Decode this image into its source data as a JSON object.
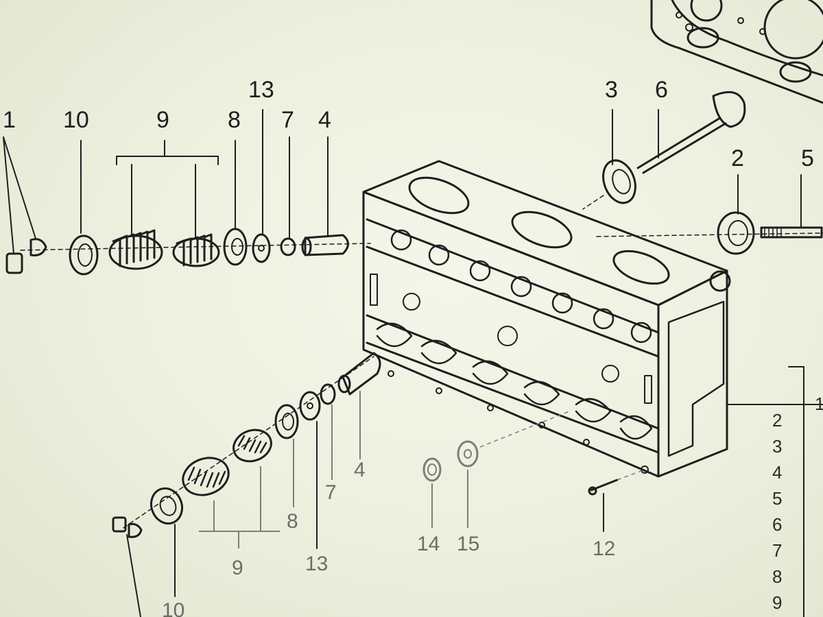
{
  "callouts": {
    "top_1": "1",
    "top_10": "10",
    "top_9": "9",
    "top_8": "8",
    "top_13": "13",
    "top_7": "7",
    "top_4": "4",
    "top_3": "3",
    "top_6": "6",
    "top_2": "2",
    "top_5": "5",
    "bottom_4": "4",
    "bottom_7": "7",
    "bottom_8": "8",
    "bottom_13": "13",
    "bottom_9": "9",
    "bottom_10": "10",
    "bottom_14": "14",
    "bottom_15": "15",
    "bottom_12": "12"
  },
  "right_list": {
    "marker": "1",
    "items": [
      "2",
      "3",
      "4",
      "5",
      "6",
      "7",
      "8",
      "9"
    ]
  },
  "colors": {
    "background": "#eef0e2",
    "ink": "#1e1e1e",
    "faint_ink": "#7c7e78"
  }
}
